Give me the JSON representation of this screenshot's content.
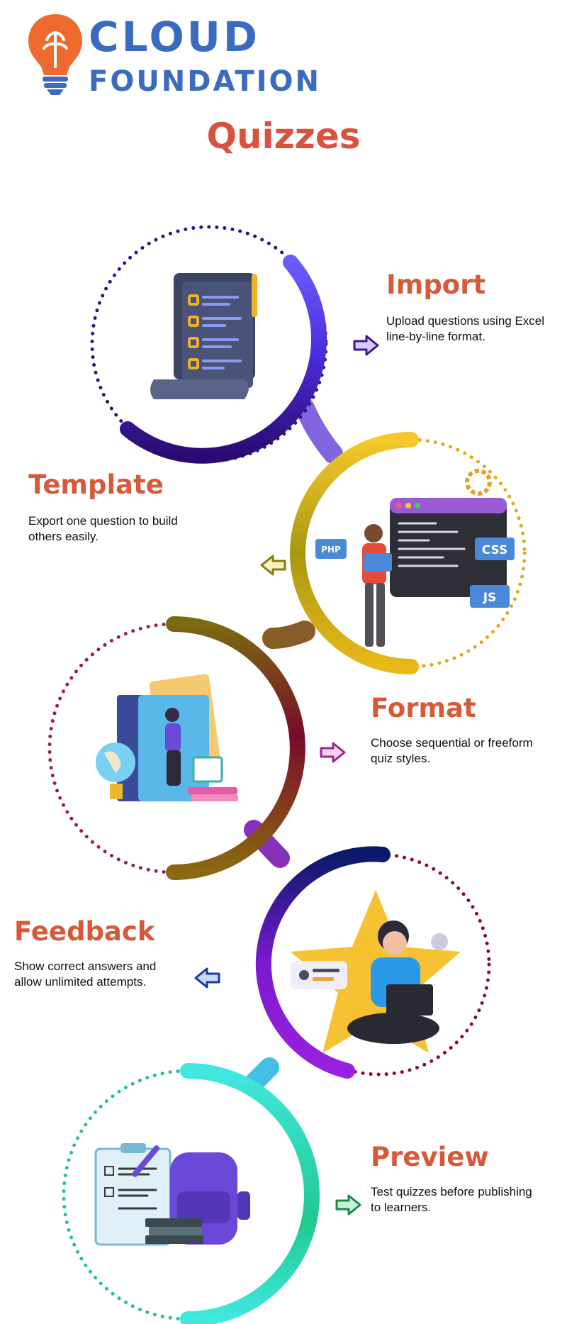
{
  "brand": {
    "line1": "CLOUD",
    "line2": "FOUNDATION"
  },
  "page": {
    "title": "Quizzes"
  },
  "colors": {
    "brand_blue": "#3a6bbf",
    "brand_orange": "#ef6a2e",
    "title_red": "#d9513f",
    "text": "#111111"
  },
  "steps": [
    {
      "title": "Import",
      "desc_line1": "Upload questions using Excel",
      "desc_line2": "line-by-line format.",
      "arrow_color": "#3a1a8a",
      "icon": "document-checklist-icon"
    },
    {
      "title": "Template",
      "desc_line1": "Export one question to build",
      "desc_line2": "others easily.",
      "arrow_color": "#8a7a10",
      "icon": "developer-coding-icon"
    },
    {
      "title": "Format",
      "desc_line1": "Choose sequential or freeform",
      "desc_line2": "quiz styles.",
      "arrow_color": "#9a2a8a",
      "icon": "books-study-icon"
    },
    {
      "title": "Feedback",
      "desc_line1": "Show correct answers and",
      "desc_line2": "allow unlimited attempts.",
      "arrow_color": "#1a3aa0",
      "icon": "star-laptop-icon"
    },
    {
      "title": "Preview",
      "desc_line1": "Test quizzes before publishing",
      "desc_line2": "to learners.",
      "arrow_color": "#1a8a4a",
      "icon": "clipboard-backpack-icon"
    }
  ]
}
